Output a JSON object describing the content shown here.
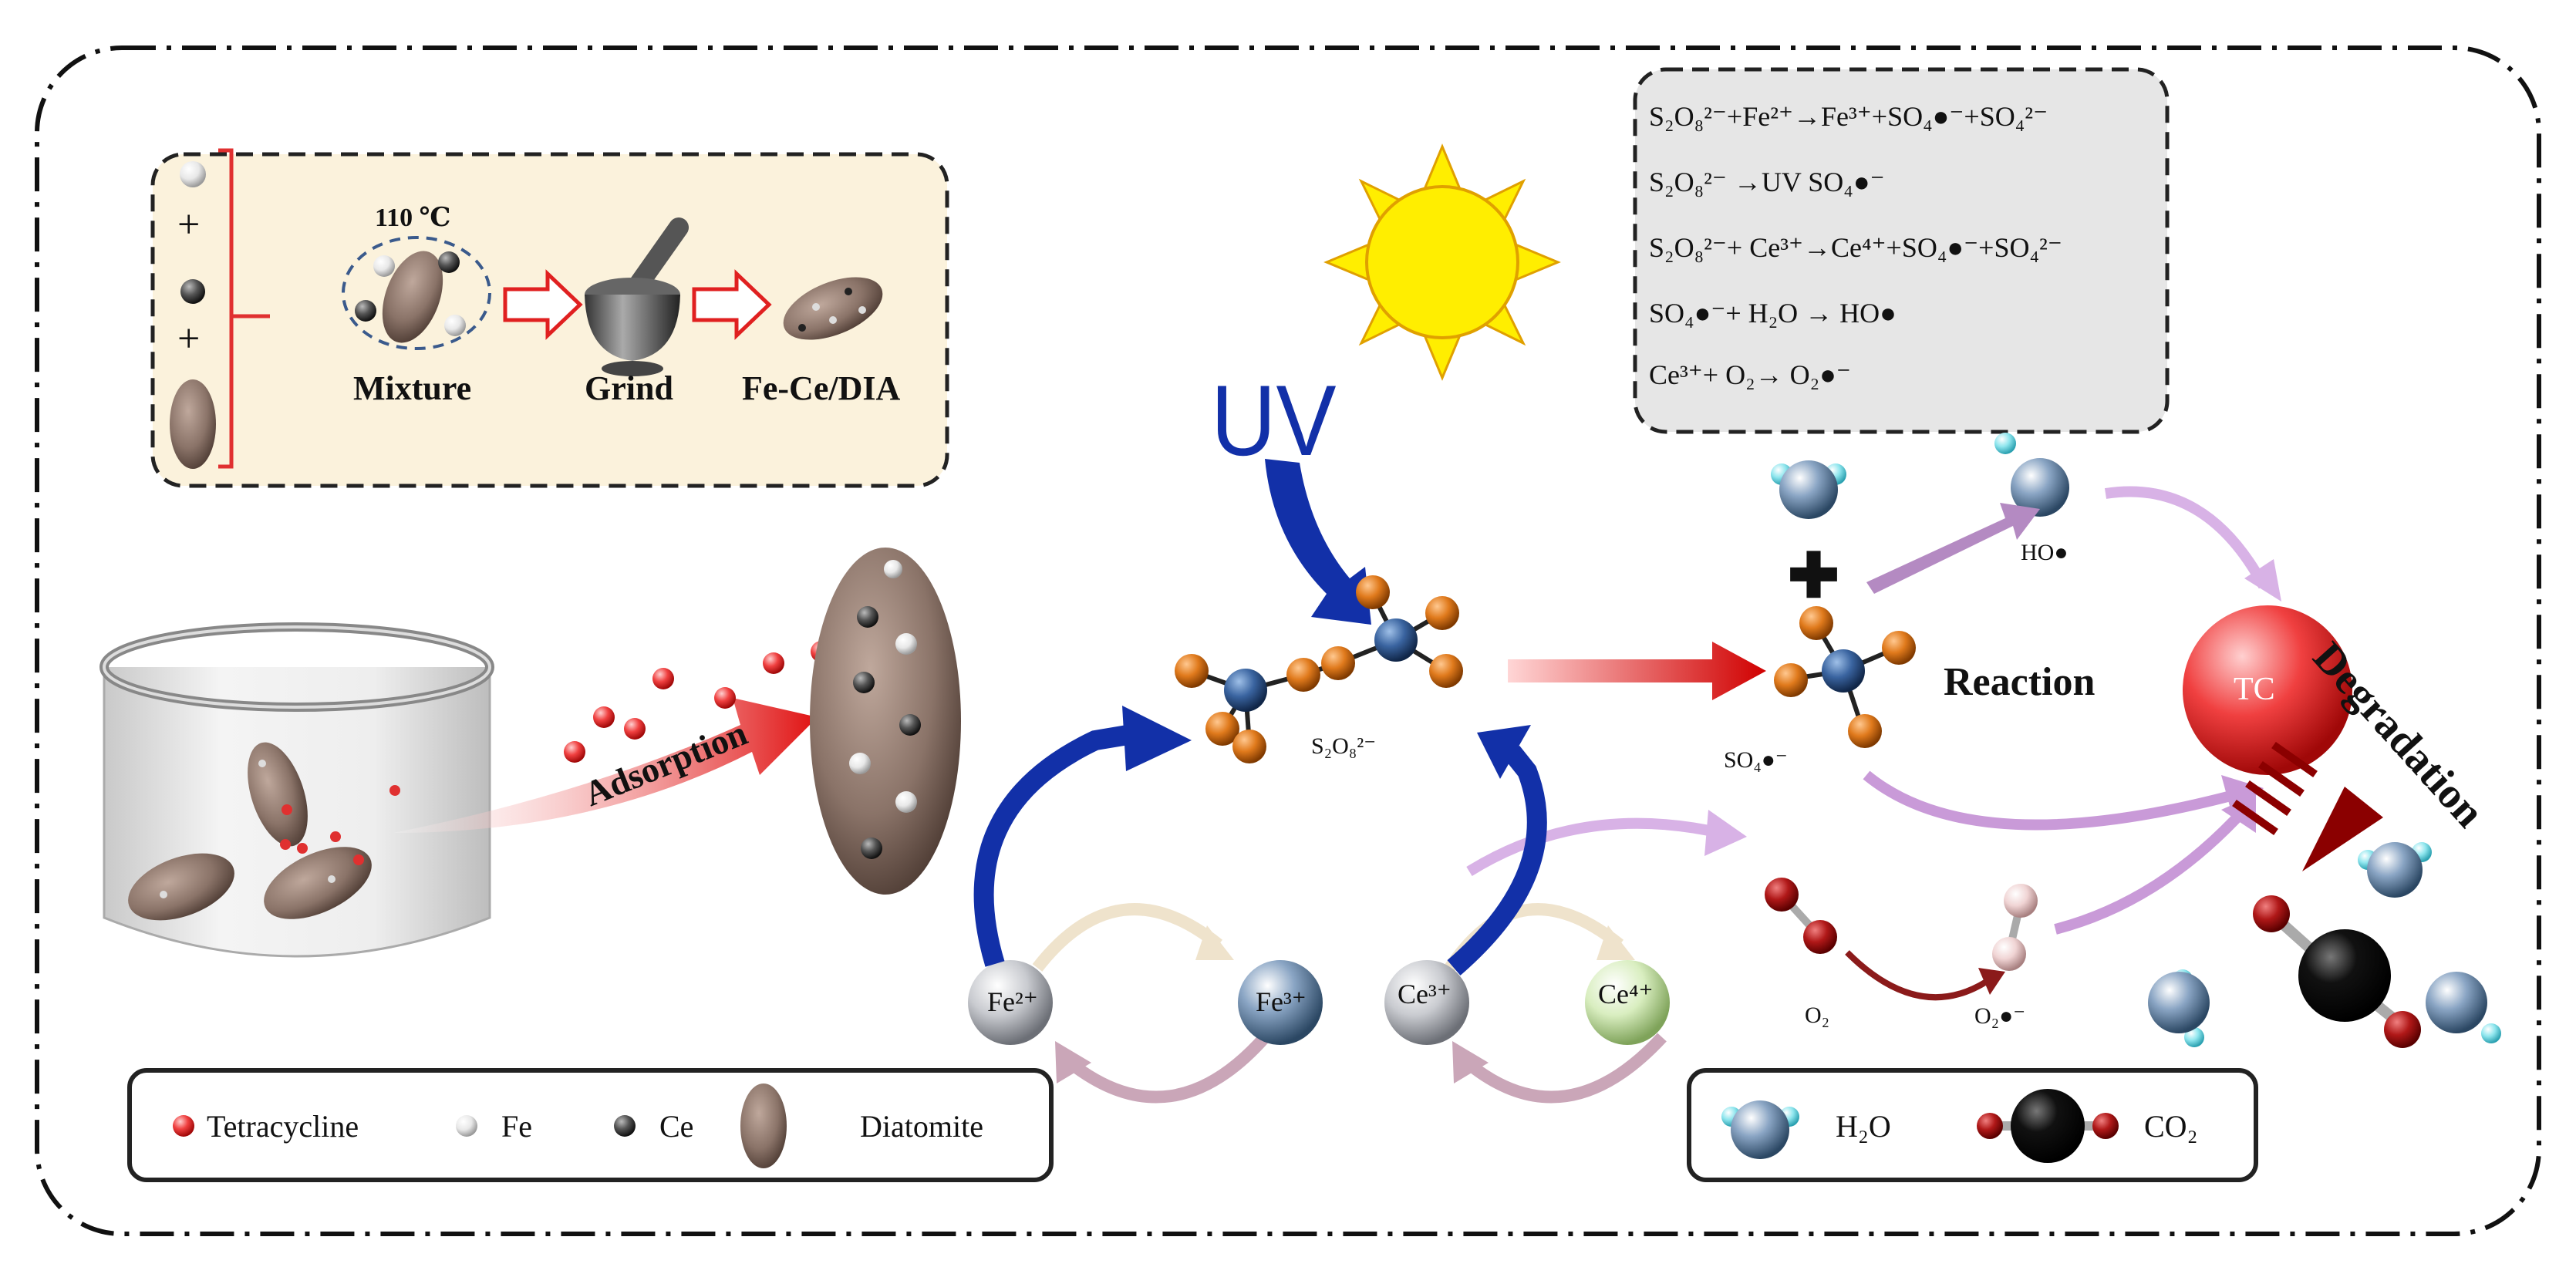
{
  "prep": {
    "temp_label": "110 ℃",
    "plus_1": "+",
    "plus_2": "+",
    "mixture": "Mixture",
    "grind": "Grind",
    "product": "Fe-Ce/DIA"
  },
  "equations": [
    "S₂O₈²⁻+Fe²⁺→Fe³⁺+SO₄●⁻+SO₄²⁻",
    "S₂O₈²⁻ →UV SO₄●⁻",
    "S₂O₈²⁻+ Ce³⁺→Ce⁴⁺+SO₄●⁻+SO₄²⁻",
    "SO₄●⁻+ H₂O → HO●",
    "Ce³⁺+ O₂→ O₂●⁻"
  ],
  "labels": {
    "uv": "UV",
    "adsorption": "Adsorption",
    "persulfate": "S₂O₈²⁻",
    "sulfate_radical": "SO₄●⁻",
    "hydroxyl_radical": "HO●",
    "reaction": "Reaction",
    "tc": "TC",
    "degradation": "Degradation",
    "fe2": "Fe²⁺",
    "fe3": "Fe³⁺",
    "ce3": "Ce³⁺",
    "ce4": "Ce⁴⁺",
    "o2": "O₂",
    "superoxide": "O₂●⁻",
    "plus_bold": "✚"
  },
  "legend_left": {
    "tetracycline": "Tetracycline",
    "fe": "Fe",
    "ce": "Ce",
    "diatomite": "Diatomite"
  },
  "legend_right": {
    "h2o": "H₂O",
    "co2": "CO₂"
  },
  "colors": {
    "tetracycline": "#e0474a",
    "fe": "#d8d8d8",
    "ce": "#3a3a3a",
    "diatomite": "#8a7368",
    "uv_blue": "#1230a8",
    "sun": "#ffee00",
    "tc_red": "#f23a3a"
  }
}
